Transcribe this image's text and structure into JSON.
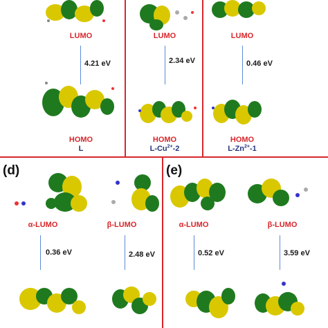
{
  "panels": {
    "d": "(d)",
    "e": "(e)"
  },
  "top_row": [
    {
      "lumo": "LUMO",
      "gap": "4.21 eV",
      "homo": "HOMO",
      "name": "L"
    },
    {
      "lumo": "LUMO",
      "gap": "2.34 eV",
      "homo": "HOMO",
      "name_base": "L-Cu",
      "name_sup": "2+",
      "name_tail": "-2"
    },
    {
      "lumo": "LUMO",
      "gap": "0.46 eV",
      "homo": "HOMO",
      "name_base": "L-Zn",
      "name_sup": "2+",
      "name_tail": "-1"
    }
  ],
  "bottom_left": [
    {
      "label": "α-LUMO",
      "gap": "0.36 eV"
    },
    {
      "label": "β-LUMO",
      "gap": "2.48 eV"
    }
  ],
  "bottom_right": [
    {
      "label": "α-LUMO",
      "gap": "0.52 eV"
    },
    {
      "label": "β-LUMO",
      "gap": "3.59 eV"
    }
  ],
  "colors": {
    "divider": "#d7262b",
    "orbital_label": "#d7262b",
    "molecule_label": "#26367a",
    "gap_line": "#5b8bd6",
    "lobe_green": "#1f7a1f",
    "lobe_yellow": "#d9c800"
  }
}
